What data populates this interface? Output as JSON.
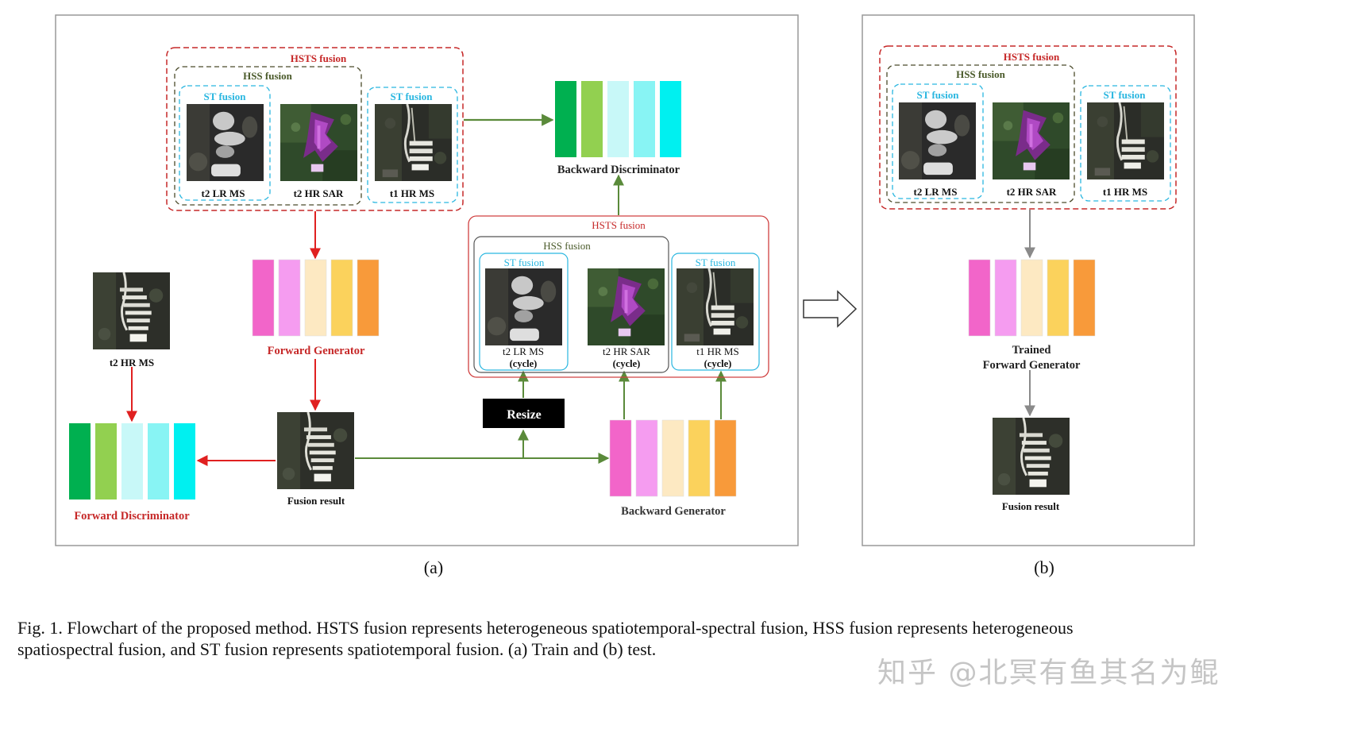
{
  "colors": {
    "hsts": "#c62828",
    "hss": "#4a4a2a",
    "st": "#29b6e0",
    "red_arrow": "#e02020",
    "green_arrow": "#5a8a3a",
    "gray_arrow": "#8a8a8a",
    "generator": [
      "#f265c9",
      "#f59cf0",
      "#fde9c2",
      "#fbd25c",
      "#f89a3a"
    ],
    "discriminator": [
      "#00b050",
      "#92d050",
      "#c8f8f8",
      "#88f4f4",
      "#00f0f0"
    ]
  },
  "panel_a": {
    "sub_label": "(a)",
    "top_group": {
      "hsts_title": "HSTS fusion",
      "hss_title": "HSS fusion",
      "st_left_title": "ST fusion",
      "st_right_title": "ST fusion",
      "img1_label": "t2 LR MS",
      "img2_label": "t2 HR SAR",
      "img3_label": "t1 HR MS"
    },
    "backward_discriminator": "Backward Discriminator",
    "forward_generator": "Forward Generator",
    "t2_hr_ms": "t2 HR MS",
    "forward_discriminator": "Forward Discriminator",
    "fusion_result": "Fusion result",
    "resize": "Resize",
    "backward_generator": "Backward  Generator",
    "cycle_group": {
      "hsts_title": "HSTS fusion",
      "hss_title": "HSS fusion",
      "st_left_title": "ST fusion",
      "st_right_title": "ST fusion",
      "img1_label": "t2 LR MS",
      "img2_label": "t2 HR SAR",
      "img3_label": "t1 HR MS",
      "cycle": "(cycle)"
    }
  },
  "panel_b": {
    "sub_label": "(b)",
    "group": {
      "hsts_title": "HSTS fusion",
      "hss_title": "HSS fusion",
      "st_left_title": "ST fusion",
      "st_right_title": "ST fusion",
      "img1_label": "t2 LR MS",
      "img2_label": "t2 HR SAR",
      "img3_label": "t1 HR MS"
    },
    "trained": "Trained",
    "forward_generator": "Forward  Generator",
    "fusion_result": "Fusion result"
  },
  "caption": {
    "line1": "Fig. 1.    Flowchart of the proposed method. HSTS fusion represents heterogeneous spatiotemporal-spectral fusion, HSS fusion represents heterogeneous",
    "line2": "spatiospectral fusion, and ST fusion represents spatiotemporal fusion. (a) Train and (b) test."
  },
  "watermark": "知乎 @北冥有鱼其名为鲲"
}
